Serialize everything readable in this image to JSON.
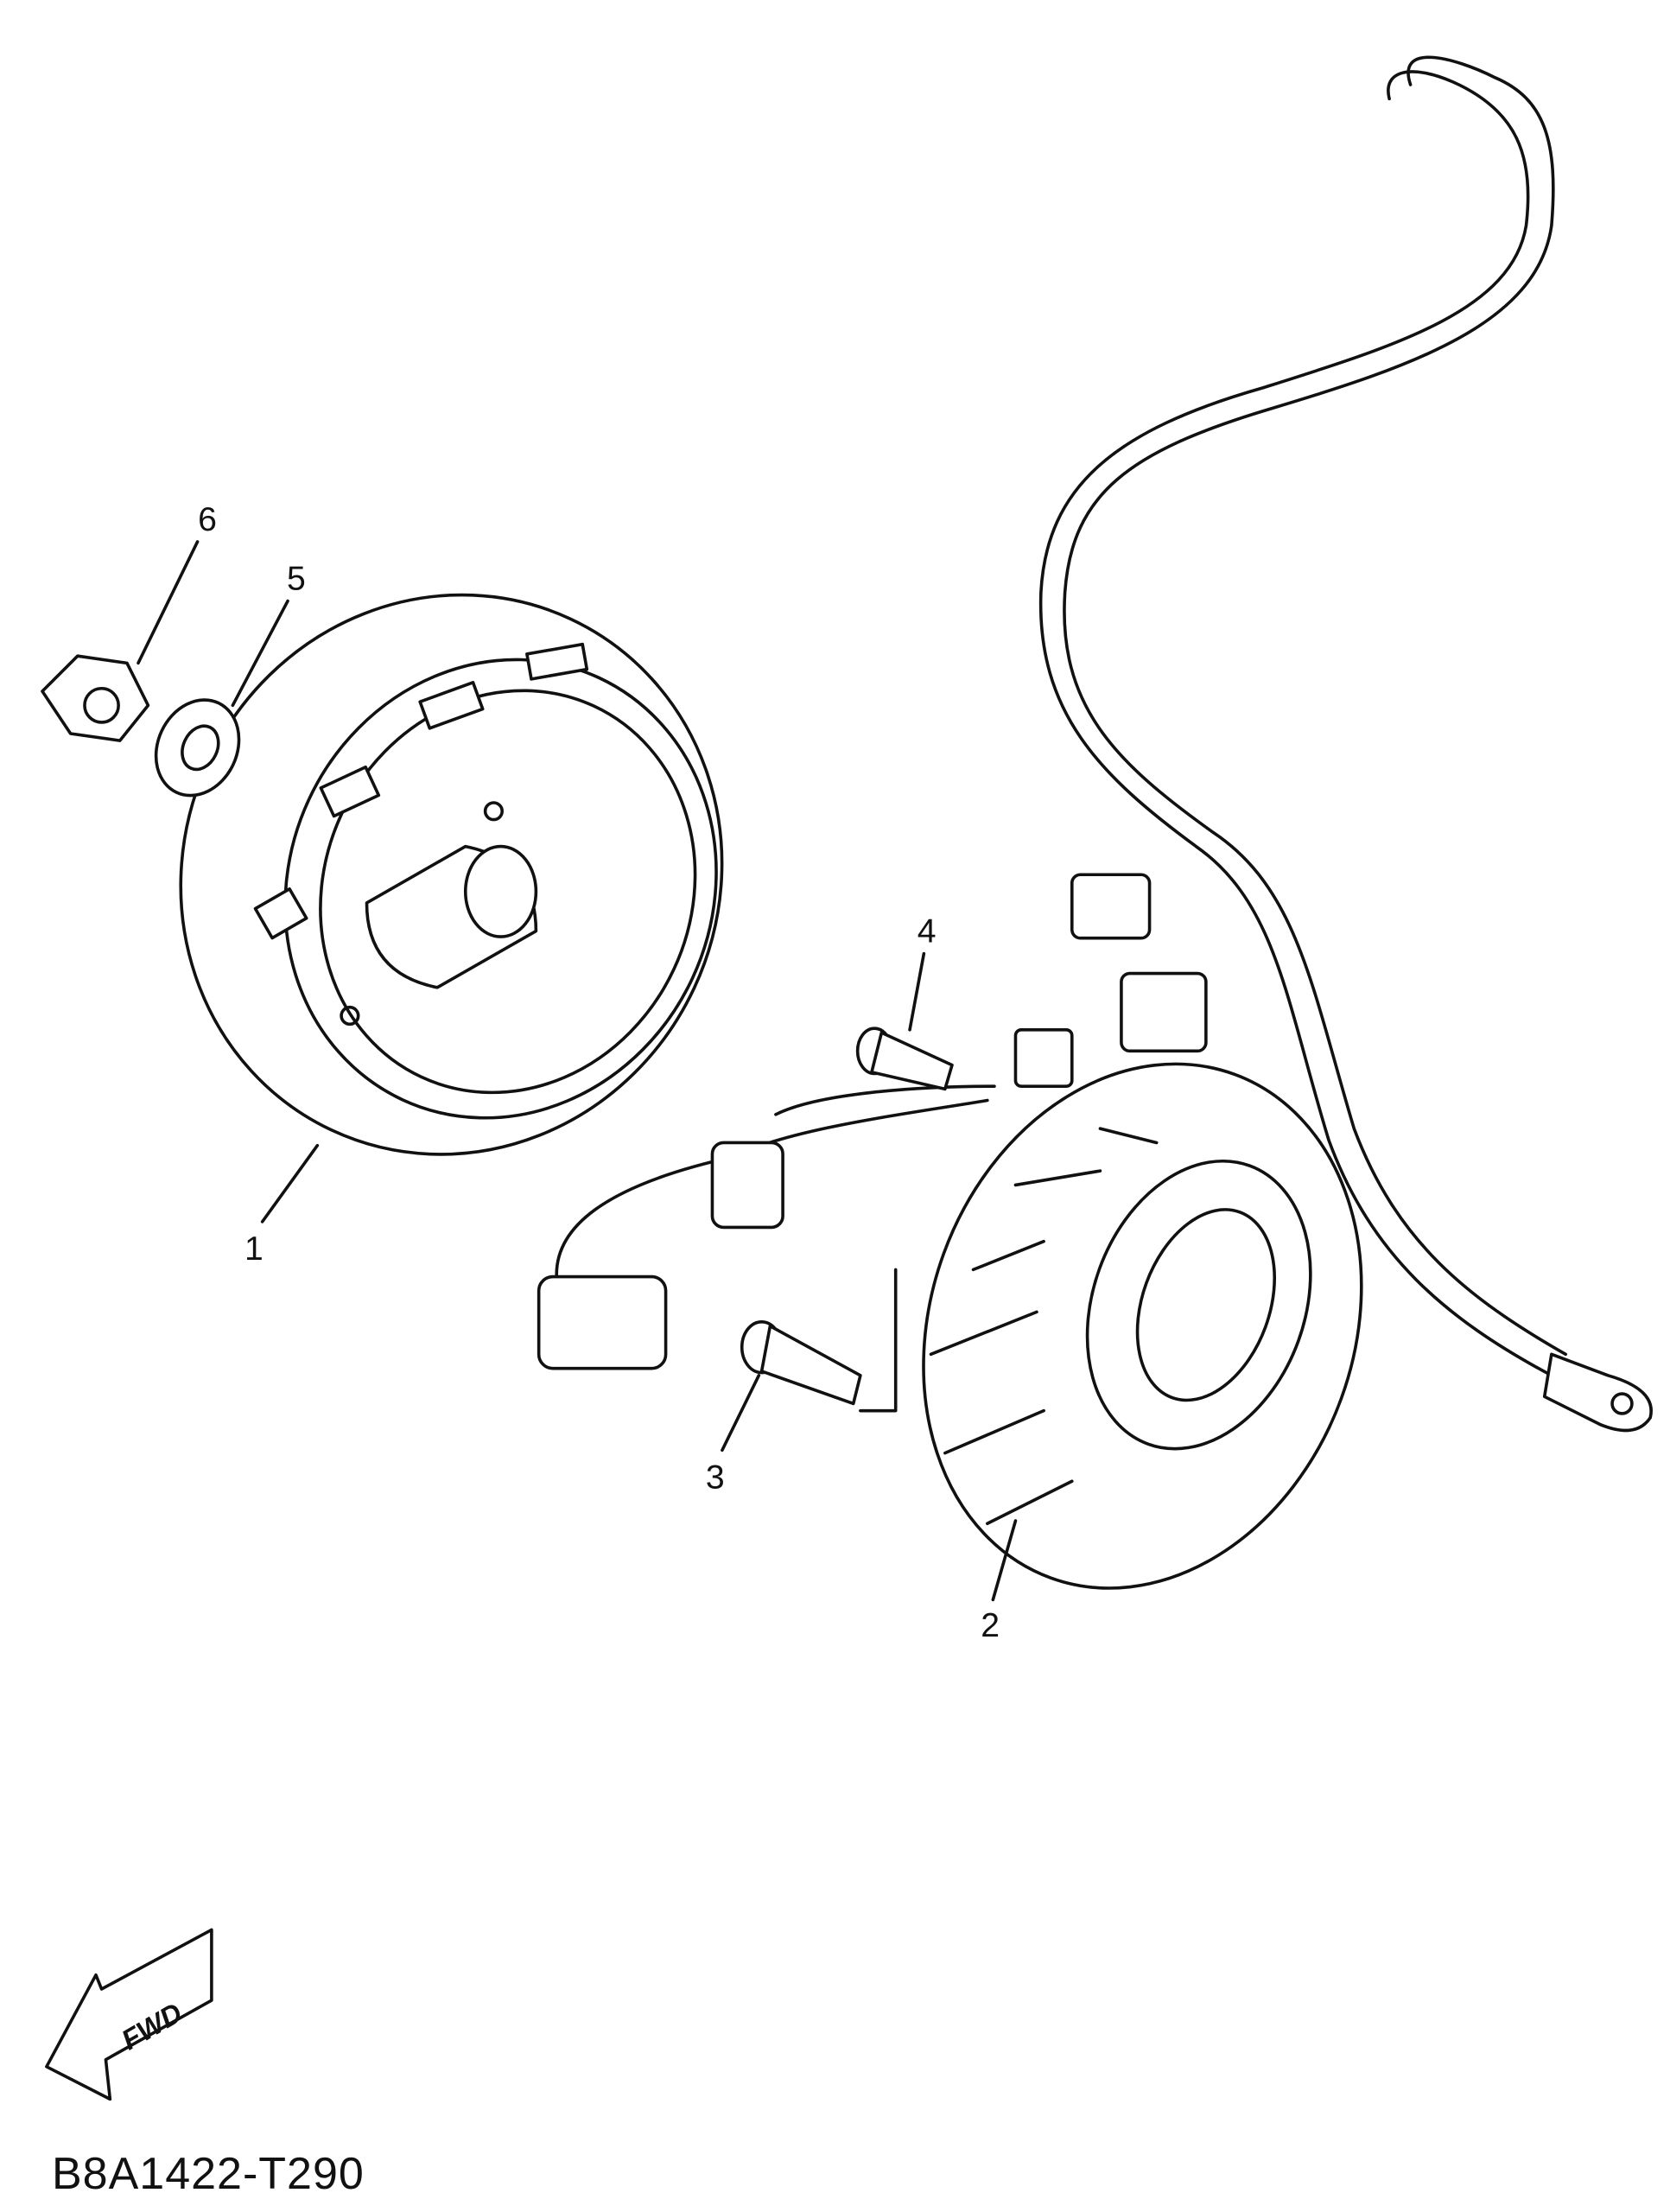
{
  "diagram": {
    "callouts": [
      {
        "number": "1",
        "part": "rotor"
      },
      {
        "number": "2",
        "part": "stator"
      },
      {
        "number": "3",
        "part": "bolt"
      },
      {
        "number": "4",
        "part": "bolt"
      },
      {
        "number": "5",
        "part": "washer"
      },
      {
        "number": "6",
        "part": "nut"
      }
    ],
    "fwd_label": "FWD",
    "drawing_code": "B8A1422-T290"
  }
}
